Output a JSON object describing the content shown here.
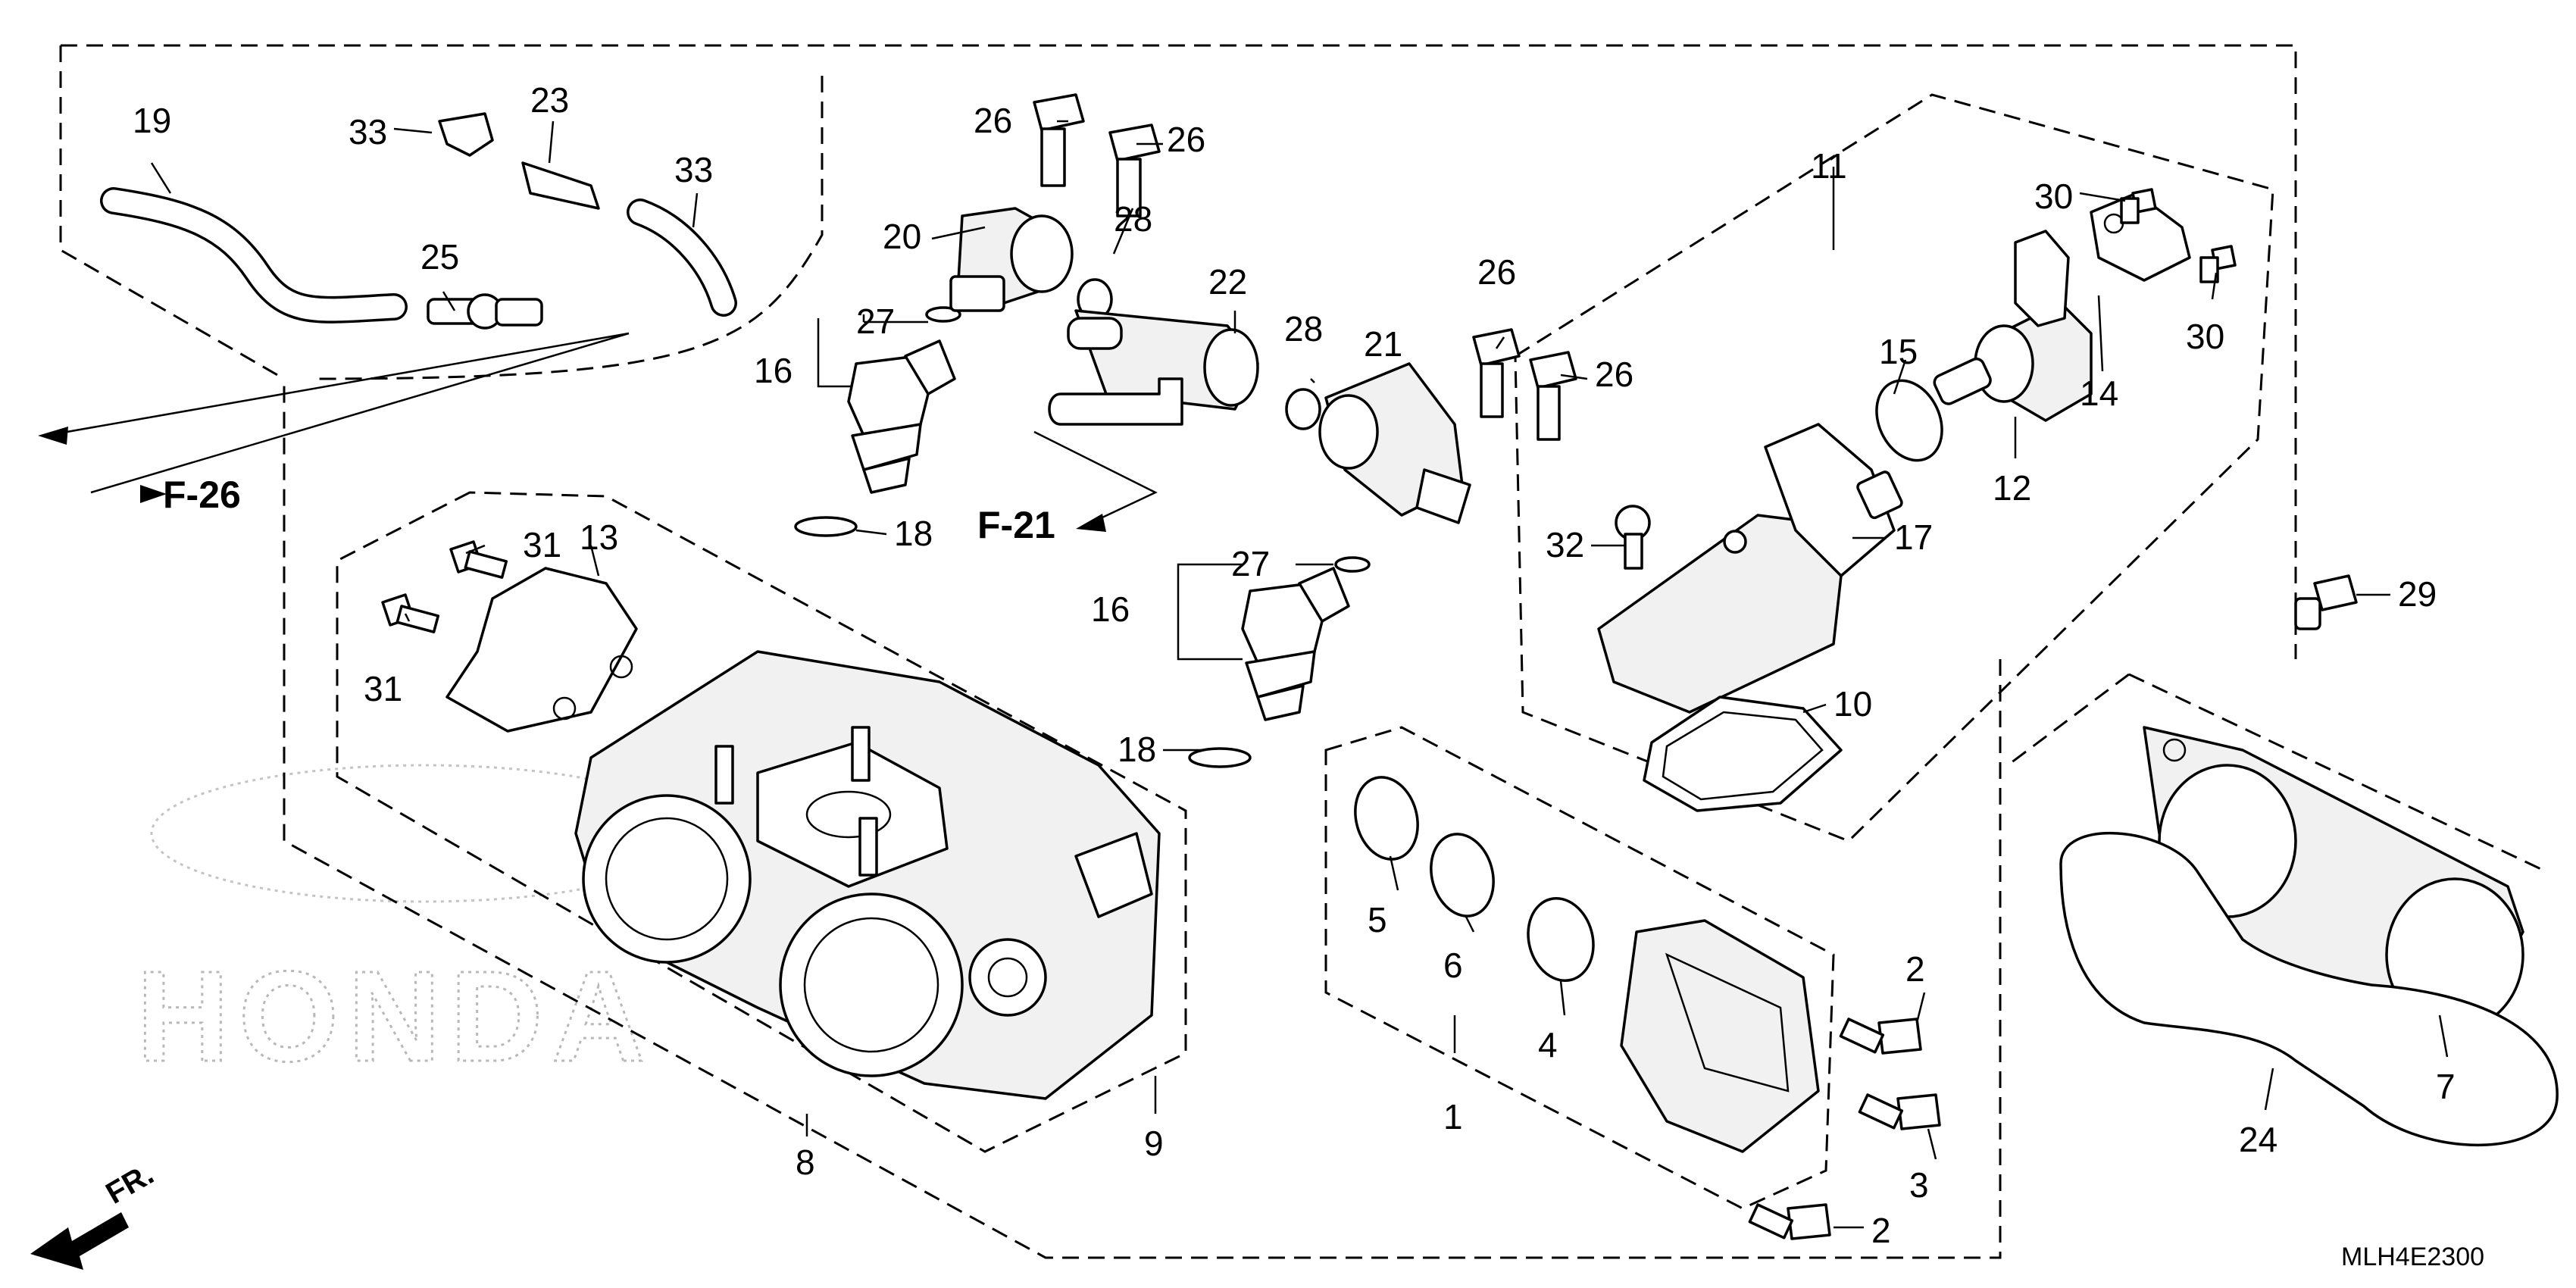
{
  "diagram": {
    "code": "MLH4E2300",
    "watermark": "HONDA",
    "direction_label": "FR.",
    "refs": {
      "f26": "F-26",
      "f21": "F-21"
    },
    "callouts": {
      "c1": "1",
      "c2a": "2",
      "c2b": "2",
      "c3": "3",
      "c4": "4",
      "c5": "5",
      "c6": "6",
      "c7": "7",
      "c8": "8",
      "c9": "9",
      "c10": "10",
      "c11": "11",
      "c12": "12",
      "c13": "13",
      "c14": "14",
      "c15": "15",
      "c16a": "16",
      "c16b": "16",
      "c17": "17",
      "c18a": "18",
      "c18b": "18",
      "c19": "19",
      "c20": "20",
      "c21": "21",
      "c22": "22",
      "c23": "23",
      "c24": "24",
      "c25": "25",
      "c26a": "26",
      "c26b": "26",
      "c26c": "26",
      "c26d": "26",
      "c27a": "27",
      "c27b": "27",
      "c28a": "28",
      "c28b": "28",
      "c29": "29",
      "c30a": "30",
      "c30b": "30",
      "c31a": "31",
      "c31b": "31",
      "c32": "32",
      "c33a": "33",
      "c33b": "33"
    }
  }
}
